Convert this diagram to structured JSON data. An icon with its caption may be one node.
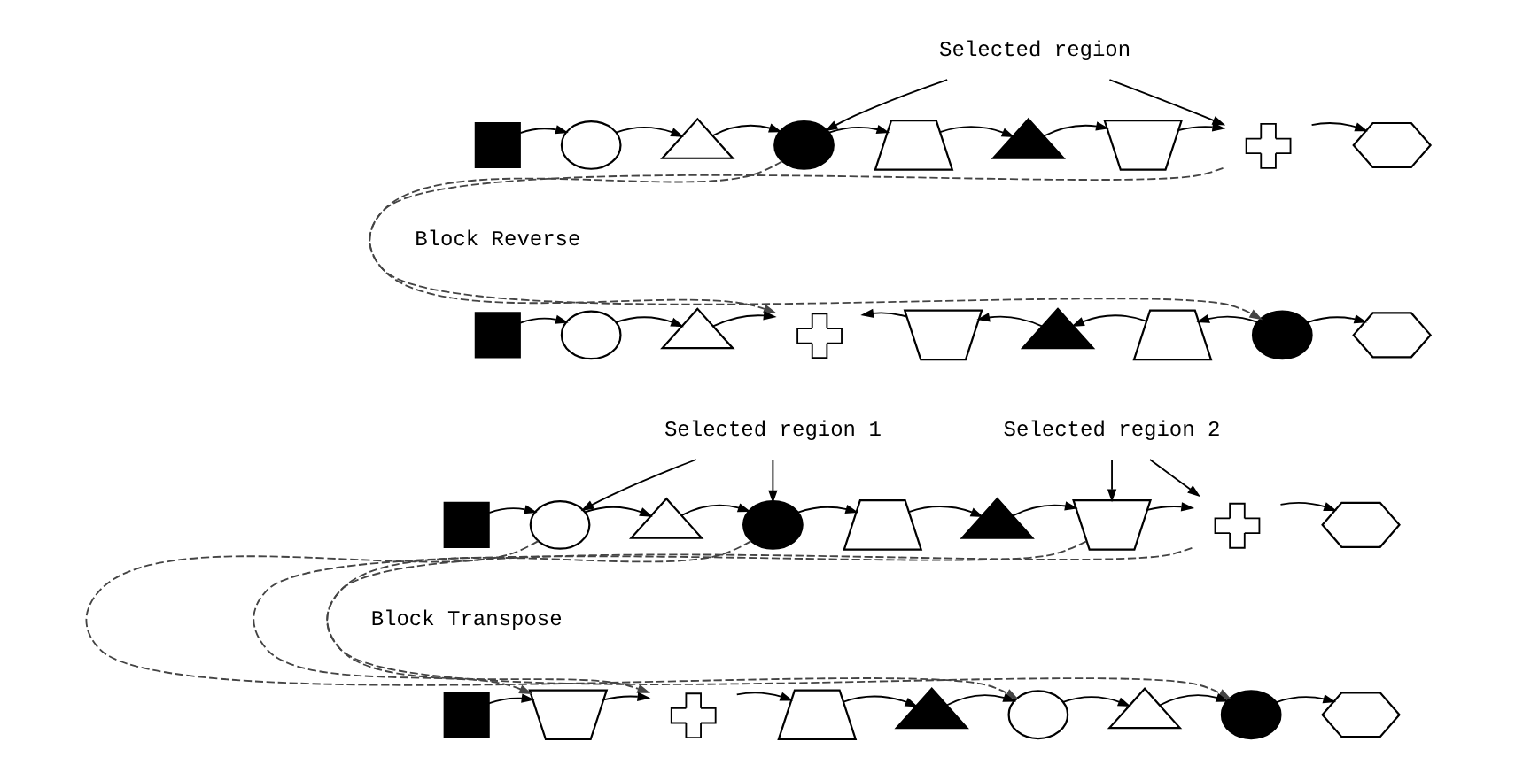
{
  "diagram": {
    "nodes": [
      {
        "text": [
          "Selected region"
        ]
      },
      {
        "text": [],
        "shape": "box"
      },
      {
        "text": [],
        "shape": "circle"
      },
      {
        "text": [],
        "shape": "triangle"
      },
      {
        "text": [],
        "shape": "circle"
      },
      {
        "text": [],
        "shape": "trapezium"
      },
      {
        "text": [],
        "shape": "triangle"
      },
      {
        "text": [],
        "shape": "trapezium"
      },
      {
        "text": [],
        "shape": "cross"
      },
      {
        "text": [],
        "shape": "hexagon"
      },
      {
        "text": [],
        "shape": "box"
      },
      {
        "text": [],
        "shape": "circle"
      },
      {
        "text": [],
        "shape": "triangle"
      },
      {
        "text": [],
        "shape": "cross"
      },
      {
        "text": [],
        "shape": "trapezium"
      },
      {
        "text": [],
        "shape": "triangle"
      },
      {
        "text": [],
        "shape": "trapezium"
      },
      {
        "text": [],
        "shape": "circle"
      },
      {
        "text": [],
        "shape": "hexagon"
      },
      {
        "text": [
          "Selected region 1"
        ]
      },
      {
        "text": [
          "Selected region 2"
        ]
      },
      {
        "text": [],
        "shape": "box"
      },
      {
        "text": [],
        "shape": "circle"
      },
      {
        "text": [],
        "shape": "triangle"
      },
      {
        "text": [],
        "shape": "circle"
      },
      {
        "text": [],
        "shape": "trapezium"
      },
      {
        "text": [],
        "shape": "triangle"
      },
      {
        "text": [],
        "shape": "trapezium"
      },
      {
        "text": [],
        "shape": "cross"
      },
      {
        "text": [],
        "shape": "hexagon"
      },
      {
        "text": [],
        "shape": "box"
      },
      {
        "text": [],
        "shape": "trapezium"
      },
      {
        "text": [],
        "shape": "cross"
      },
      {
        "text": [],
        "shape": "trapezium"
      },
      {
        "text": [],
        "shape": "triangle"
      },
      {
        "text": [],
        "shape": "circle"
      },
      {
        "text": [],
        "shape": "triangle"
      },
      {
        "text": [],
        "shape": "circle"
      },
      {
        "text": [],
        "shape": "hexagon"
      }
    ],
    "edges": [
      {
        "from": 0,
        "to": 4,
        "arrow": "to"
      },
      {
        "from": 0,
        "to": 8,
        "arrow": "to"
      },
      {
        "from": 1,
        "to": 2,
        "arrow": "to"
      },
      {
        "from": 2,
        "to": 3,
        "arrow": "to"
      },
      {
        "from": 3,
        "to": 4,
        "arrow": "to"
      },
      {
        "from": 4,
        "to": 5,
        "arrow": "to"
      },
      {
        "from": 5,
        "to": 6,
        "arrow": "to"
      },
      {
        "from": 6,
        "to": 7,
        "arrow": "to"
      },
      {
        "from": 7,
        "to": 8,
        "arrow": "to"
      },
      {
        "from": 8,
        "to": 9,
        "arrow": "to"
      },
      {
        "from": 4,
        "to": 17,
        "arrow": "to",
        "style": "dashed"
      },
      {
        "from": 8,
        "to": 13,
        "arrow": "to",
        "style": "dashed"
      },
      {
        "from": 10,
        "to": 11,
        "arrow": "to"
      },
      {
        "from": 11,
        "to": 12,
        "arrow": "to"
      },
      {
        "from": 12,
        "to": 13,
        "arrow": "to"
      },
      {
        "from": 14,
        "to": 13,
        "arrow": "to"
      },
      {
        "from": 15,
        "to": 14,
        "arrow": "to"
      },
      {
        "from": 16,
        "to": 15,
        "arrow": "to"
      },
      {
        "from": 17,
        "to": 16,
        "arrow": "to"
      },
      {
        "from": 17,
        "to": 18,
        "arrow": "to"
      },
      {
        "from": 19,
        "to": 22,
        "arrow": "to"
      },
      {
        "from": 19,
        "to": 24,
        "arrow": "to"
      },
      {
        "from": 20,
        "to": 27,
        "arrow": "to"
      },
      {
        "from": 20,
        "to": 28,
        "arrow": "to"
      },
      {
        "from": 21,
        "to": 22,
        "arrow": "to"
      },
      {
        "from": 22,
        "to": 23,
        "arrow": "to"
      },
      {
        "from": 23,
        "to": 24,
        "arrow": "to"
      },
      {
        "from": 24,
        "to": 25,
        "arrow": "to"
      },
      {
        "from": 25,
        "to": 26,
        "arrow": "to"
      },
      {
        "from": 26,
        "to": 27,
        "arrow": "to"
      },
      {
        "from": 27,
        "to": 28,
        "arrow": "to"
      },
      {
        "from": 28,
        "to": 29,
        "arrow": "to"
      },
      {
        "from": 22,
        "to": 35,
        "arrow": "to",
        "style": "dashed"
      },
      {
        "from": 24,
        "to": 37,
        "arrow": "to",
        "style": "dashed"
      },
      {
        "from": 27,
        "to": 31,
        "arrow": "to",
        "style": "dashed"
      },
      {
        "from": 28,
        "to": 32,
        "arrow": "to",
        "style": "dashed"
      },
      {
        "from": 30,
        "to": 31,
        "arrow": "to"
      },
      {
        "from": 31,
        "to": 32,
        "arrow": "to"
      },
      {
        "from": 32,
        "to": 33,
        "arrow": "to"
      },
      {
        "from": 33,
        "to": 34,
        "arrow": "to"
      },
      {
        "from": 34,
        "to": 35,
        "arrow": "to"
      },
      {
        "from": 35,
        "to": 36,
        "arrow": "to"
      },
      {
        "from": 36,
        "to": 37,
        "arrow": "to"
      },
      {
        "from": 37,
        "to": 38,
        "arrow": "to"
      }
    ],
    "labels": [
      "Block Reverse",
      "Block Transpose"
    ]
  }
}
